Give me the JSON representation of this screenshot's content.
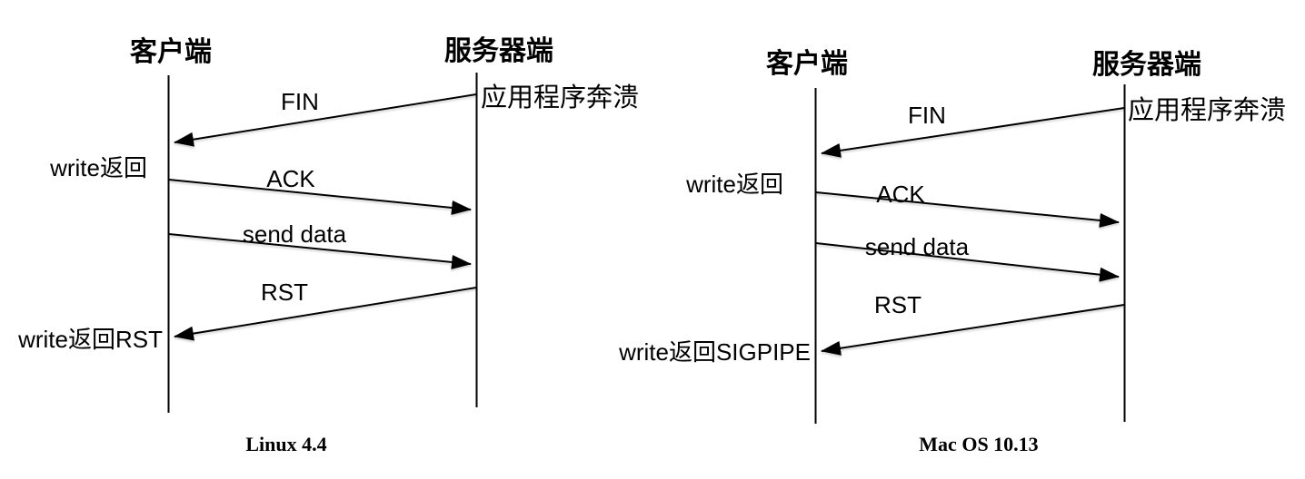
{
  "colors": {
    "background": "#ffffff",
    "line": "#000000",
    "text": "#000000"
  },
  "diagrams": [
    {
      "id": "linux",
      "caption": "Linux 4.4",
      "client_label": "客户端",
      "server_label": "服务器端",
      "server_note": "应用程序奔溃",
      "messages": [
        {
          "label": "FIN",
          "from": "server",
          "to": "client"
        },
        {
          "label": "ACK",
          "from": "client",
          "to": "server"
        },
        {
          "label": "send data",
          "from": "client",
          "to": "server"
        },
        {
          "label": "RST",
          "from": "server",
          "to": "client"
        }
      ],
      "client_notes": [
        {
          "label": "write返回"
        },
        {
          "label": "write返回RST"
        }
      ]
    },
    {
      "id": "macos",
      "caption": "Mac OS 10.13",
      "client_label": "客户端",
      "server_label": "服务器端",
      "server_note": "应用程序奔溃",
      "messages": [
        {
          "label": "FIN",
          "from": "server",
          "to": "client"
        },
        {
          "label": "ACK",
          "from": "client",
          "to": "server"
        },
        {
          "label": "send data",
          "from": "client",
          "to": "server"
        },
        {
          "label": "RST",
          "from": "server",
          "to": "client"
        }
      ],
      "client_notes": [
        {
          "label": "write返回"
        },
        {
          "label": "write返回SIGPIPE"
        }
      ]
    }
  ]
}
